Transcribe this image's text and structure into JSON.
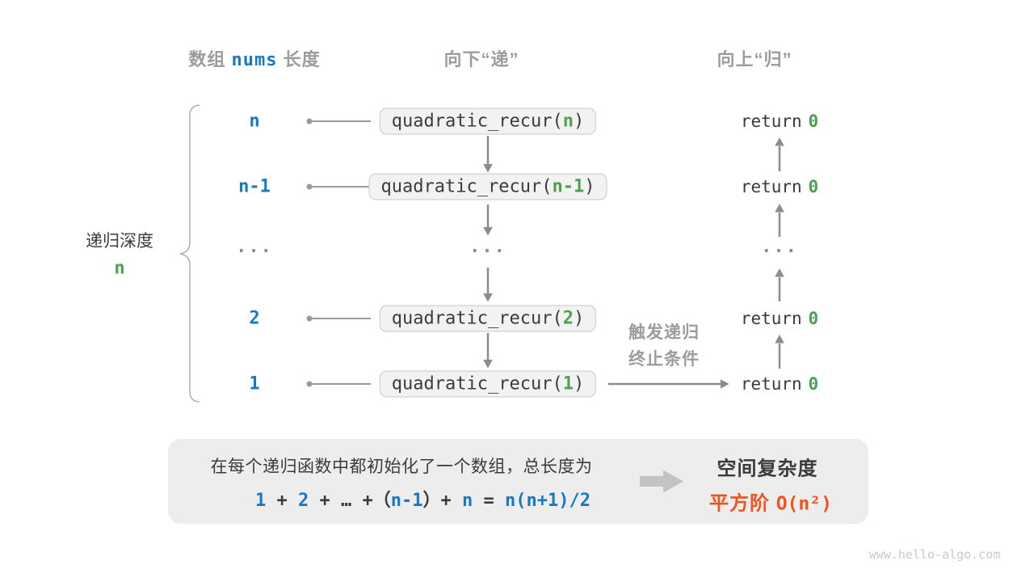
{
  "colors": {
    "blue": "#1779C4",
    "green": "#4EA052",
    "orange": "#F0541C",
    "gray_text": "#9C9C9C",
    "dark_text": "#3B3B3B",
    "arrow_gray": "#8C8C8C",
    "box_bg": "#F2F2F2",
    "box_border": "#C8C8C8",
    "panel_bg": "#EDEDED",
    "block_arrow_gray": "#C3C3C3"
  },
  "headers": {
    "col1_prefix": "数组",
    "col1_code": "nums",
    "col1_suffix": "长度",
    "col2": "向下“递”",
    "col3": "向上“归”"
  },
  "depth_brace": {
    "label": "递归深度",
    "value": "n"
  },
  "ellipsis": "...",
  "rows": [
    {
      "length": "n",
      "call_prefix": "quadratic_recur(",
      "call_arg": "n",
      "call_suffix": ")",
      "return_keyword": "return",
      "return_value": "0"
    },
    {
      "length": "n-1",
      "call_prefix": "quadratic_recur(",
      "call_arg": "n-1",
      "call_suffix": ")",
      "return_keyword": "return",
      "return_value": "0"
    },
    {
      "length": "2",
      "call_prefix": "quadratic_recur(",
      "call_arg": "2",
      "call_suffix": ")",
      "return_keyword": "return",
      "return_value": "0"
    },
    {
      "length": "1",
      "call_prefix": "quadratic_recur(",
      "call_arg": "1",
      "call_suffix": ")",
      "return_keyword": "return",
      "return_value": "0"
    }
  ],
  "base_case": {
    "line1": "触发递归",
    "line2": "终止条件"
  },
  "panel": {
    "description": "在每个递归函数中都初始化了一个数组，总长度为",
    "formula_tokens": [
      "1",
      " + ",
      "2",
      " + ",
      "…",
      " +",
      "（",
      "n-1",
      "）",
      "+ ",
      "n",
      " = ",
      "n(n+1)/2"
    ],
    "result_title": "空间复杂度",
    "result_prefix": "平方阶",
    "result_code": "O(n²)"
  },
  "watermark": "www.hello-algo.com"
}
